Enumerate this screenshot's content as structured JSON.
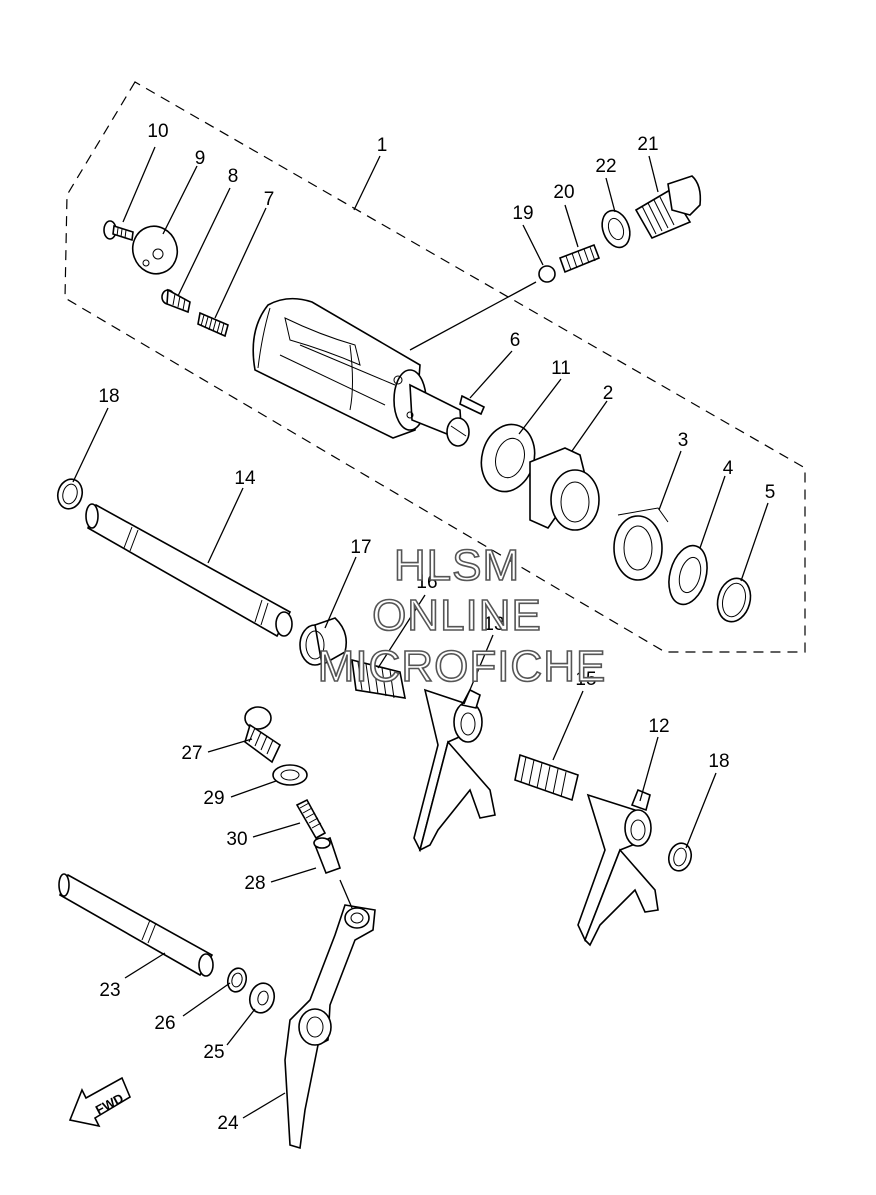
{
  "watermark": {
    "line1": "HLSM",
    "line2": "ONLINE",
    "line3": "MICROFICHE"
  },
  "direction_arrow": {
    "label": "FWD"
  },
  "callouts": [
    {
      "id": "c1",
      "number": "1"
    },
    {
      "id": "c2",
      "number": "2"
    },
    {
      "id": "c3",
      "number": "3"
    },
    {
      "id": "c4",
      "number": "4"
    },
    {
      "id": "c5",
      "number": "5"
    },
    {
      "id": "c6",
      "number": "6"
    },
    {
      "id": "c7",
      "number": "7"
    },
    {
      "id": "c8",
      "number": "8"
    },
    {
      "id": "c9",
      "number": "9"
    },
    {
      "id": "c10",
      "number": "10"
    },
    {
      "id": "c11",
      "number": "11"
    },
    {
      "id": "c12",
      "number": "12"
    },
    {
      "id": "c13",
      "number": "13"
    },
    {
      "id": "c14",
      "number": "14"
    },
    {
      "id": "c15",
      "number": "15"
    },
    {
      "id": "c16",
      "number": "16"
    },
    {
      "id": "c17",
      "number": "17"
    },
    {
      "id": "c18a",
      "number": "18"
    },
    {
      "id": "c18b",
      "number": "18"
    },
    {
      "id": "c19",
      "number": "19"
    },
    {
      "id": "c20",
      "number": "20"
    },
    {
      "id": "c21",
      "number": "21"
    },
    {
      "id": "c22",
      "number": "22"
    },
    {
      "id": "c23",
      "number": "23"
    },
    {
      "id": "c24",
      "number": "24"
    },
    {
      "id": "c25",
      "number": "25"
    },
    {
      "id": "c26",
      "number": "26"
    },
    {
      "id": "c27",
      "number": "27"
    },
    {
      "id": "c28",
      "number": "28"
    },
    {
      "id": "c29",
      "number": "29"
    },
    {
      "id": "c30",
      "number": "30"
    }
  ]
}
